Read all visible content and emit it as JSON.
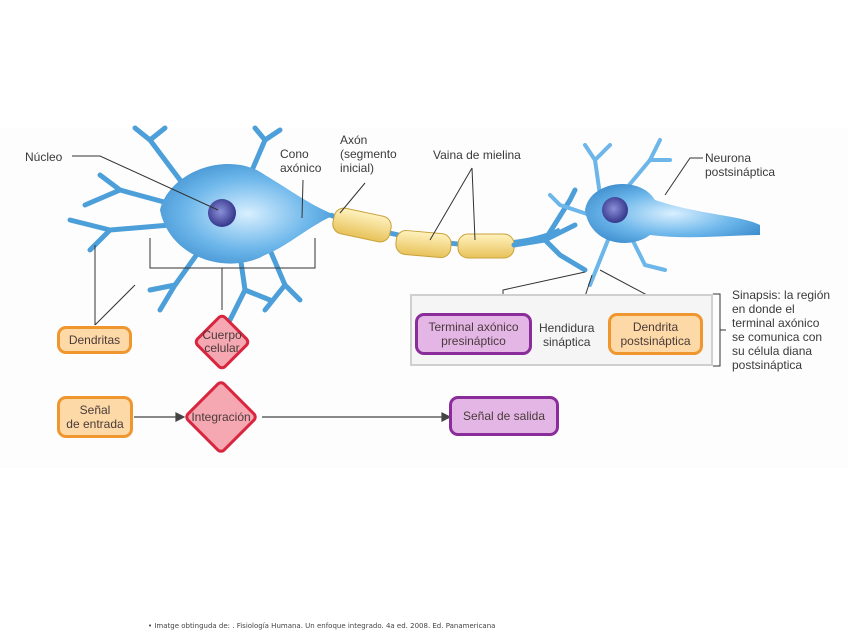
{
  "figure": {
    "labels": {
      "nucleo": "Núcleo",
      "cono_axonico": "Cono\naxónico",
      "axon": "Axón\n(segmento\ninicial)",
      "vaina_mielina": "Vaina de mielina",
      "neurona_postsinaptica": "Neurona\npostsináptica",
      "hendidura_sinaptica": "Hendidura\nsináptica",
      "sinapsis_descripcion": "Sinapsis: la región\nen donde el\nterminal axónico\nse comunica con\nsu célula diana\npostsináptica"
    },
    "boxes": {
      "dendritas": "Dendritas",
      "cuerpo_celular": "Cuerpo\ncelular",
      "terminal_axonico": "Terminal axónico\npresináptico",
      "dendrita_postsinaptica": "Dendrita\npostsináptica",
      "senal_entrada": "Señal\nde entrada",
      "integracion": "Integración",
      "senal_salida": "Señal de salida"
    },
    "colors": {
      "neuron_blue": "#5aa9e0",
      "nucleus": "#3a3f9a",
      "myelin": "#f5d77a",
      "orange_fill": "#fcd9a6",
      "orange_border": "#f0962e",
      "purple_fill": "#e3b6e6",
      "purple_border": "#8a2d9a",
      "red_fill": "#f5a7b2",
      "red_border": "#d8263f"
    }
  },
  "footer": {
    "citation": "• Imatge obtinguda de: . Fisiología Humana. Un enfoque integrado. 4a ed. 2008. Ed. Panamericana"
  }
}
